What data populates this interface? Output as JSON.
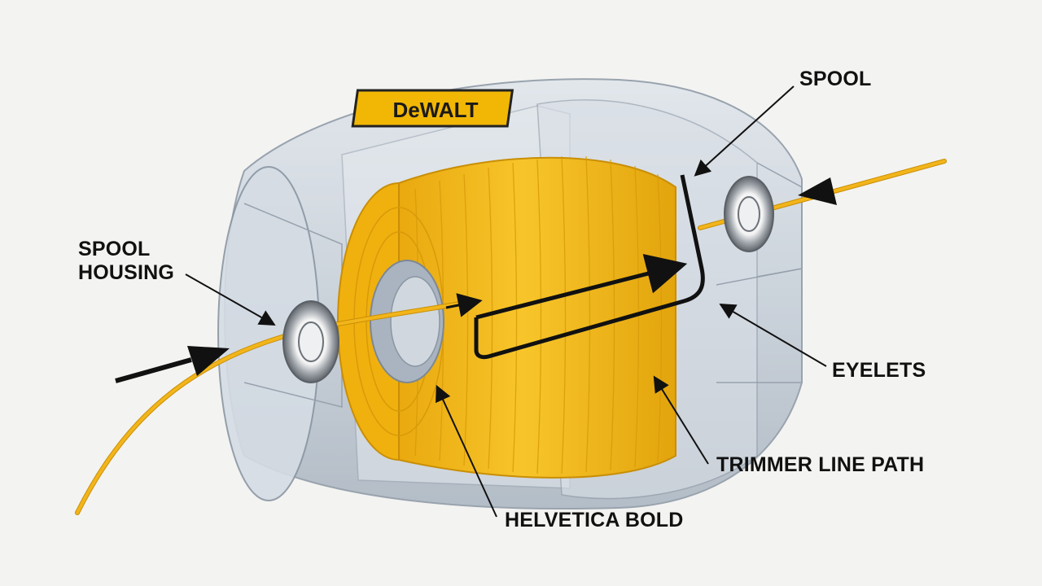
{
  "brand": {
    "logo_text": "DeWALT",
    "logo_color": "#f2b705"
  },
  "labels": {
    "spool_housing": [
      "SPOOL",
      "HOUSING"
    ],
    "spool": "SPOOL",
    "eyelets": "EYELETS",
    "trimmer_line_path": "TRIMMER LINE PATH",
    "helvetica_bold": "HELVETICA BOLD"
  },
  "colors": {
    "background": "#f3f3f1",
    "housing": "#c9d2db",
    "housing_edge": "#8a96a3",
    "line_yellow": "#f2b51a",
    "path_arrow": "#111111"
  }
}
